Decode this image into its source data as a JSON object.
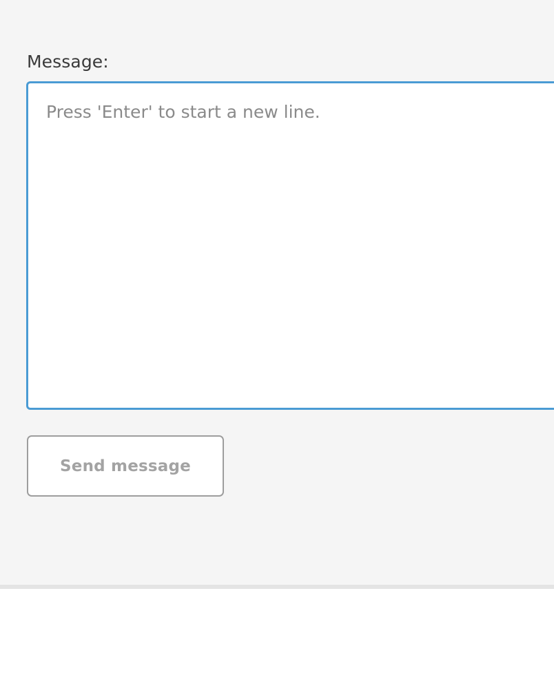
{
  "compose": {
    "label": "Message:",
    "textarea": {
      "placeholder": "Press 'Enter' to start a new line.",
      "value": ""
    },
    "send_button_label": "Send message"
  },
  "colors": {
    "panel_background": "#f5f5f5",
    "divider": "#e4e4e4",
    "lower_background": "#ffffff",
    "focus_border": "#4a9bd4",
    "label_text": "#3a3a3a",
    "placeholder_text": "#8a8a8a",
    "button_border": "#9d9d9d",
    "button_text": "#a3a3a3",
    "field_background": "#ffffff"
  }
}
